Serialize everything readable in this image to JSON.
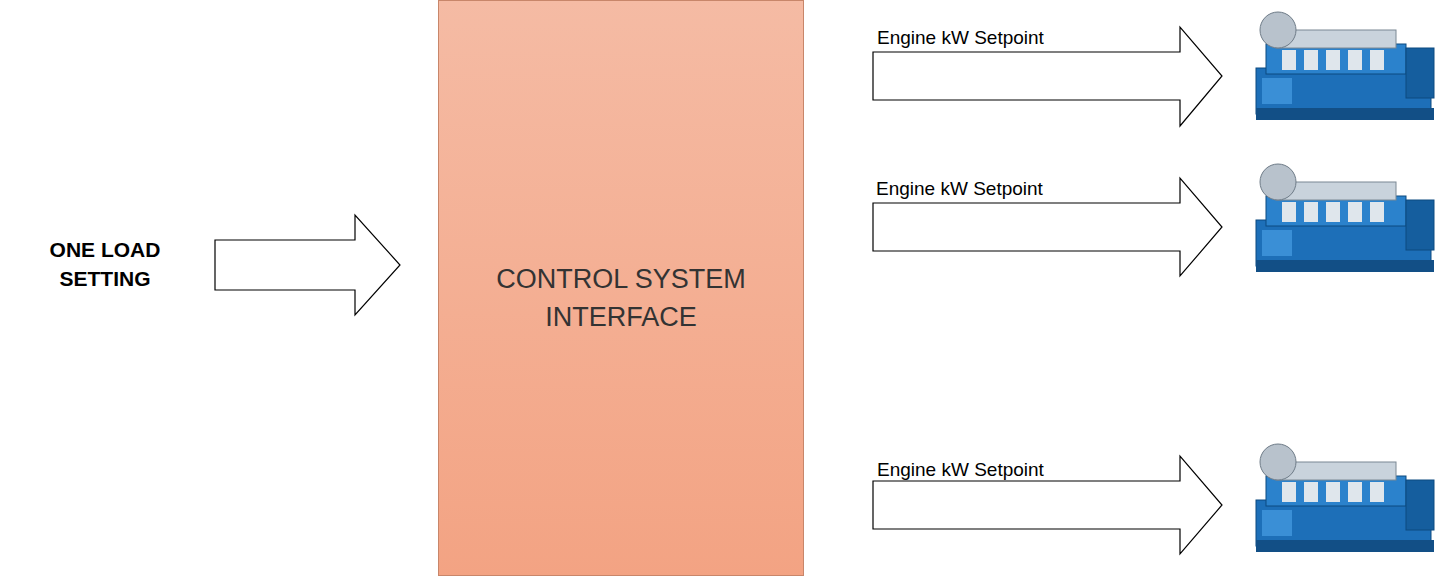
{
  "diagram": {
    "nodes": [
      {
        "text": [
          "CONTROL SYSTEM INTERFACE"
        ]
      }
    ],
    "labels": [
      "ONE LOAD SETTING",
      "Engine kW Setpoint",
      "Engine kW Setpoint",
      "Engine kW Setpoint"
    ]
  }
}
